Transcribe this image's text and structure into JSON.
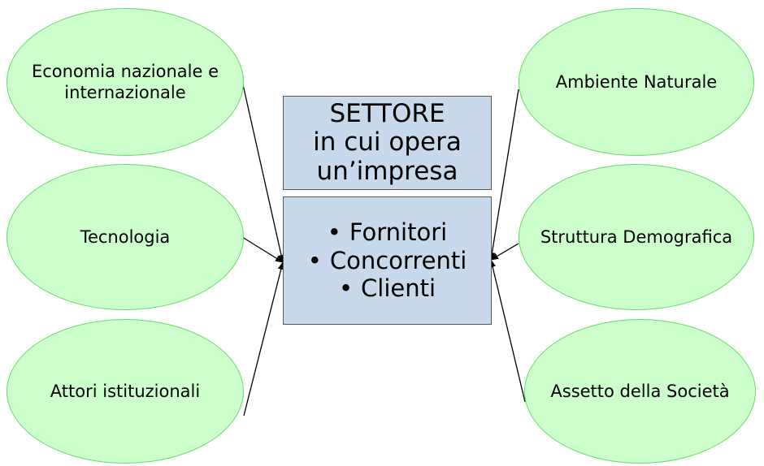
{
  "left_nodes": [
    {
      "line1": "Economia nazionale e",
      "line2": "internazionale"
    },
    {
      "label": "Tecnologia"
    },
    {
      "label": "Attori istituzionali"
    }
  ],
  "right_nodes": [
    {
      "label": "Ambiente Naturale"
    },
    {
      "label": "Struttura Demografica"
    },
    {
      "label": "Assetto della Società"
    }
  ],
  "center": {
    "title_lines": [
      "SETTORE",
      "in cui opera",
      "un’impresa"
    ],
    "bullet_glyph": "•",
    "items": [
      "Fornitori",
      "Concorrenti",
      "Clienti"
    ]
  },
  "colors": {
    "ellipse_fill": "#ccffcc",
    "ellipse_stroke": "#66dd66",
    "box_fill": "#c8d9ec",
    "box_stroke": "#5a5a5a",
    "arrow": "#000000"
  }
}
